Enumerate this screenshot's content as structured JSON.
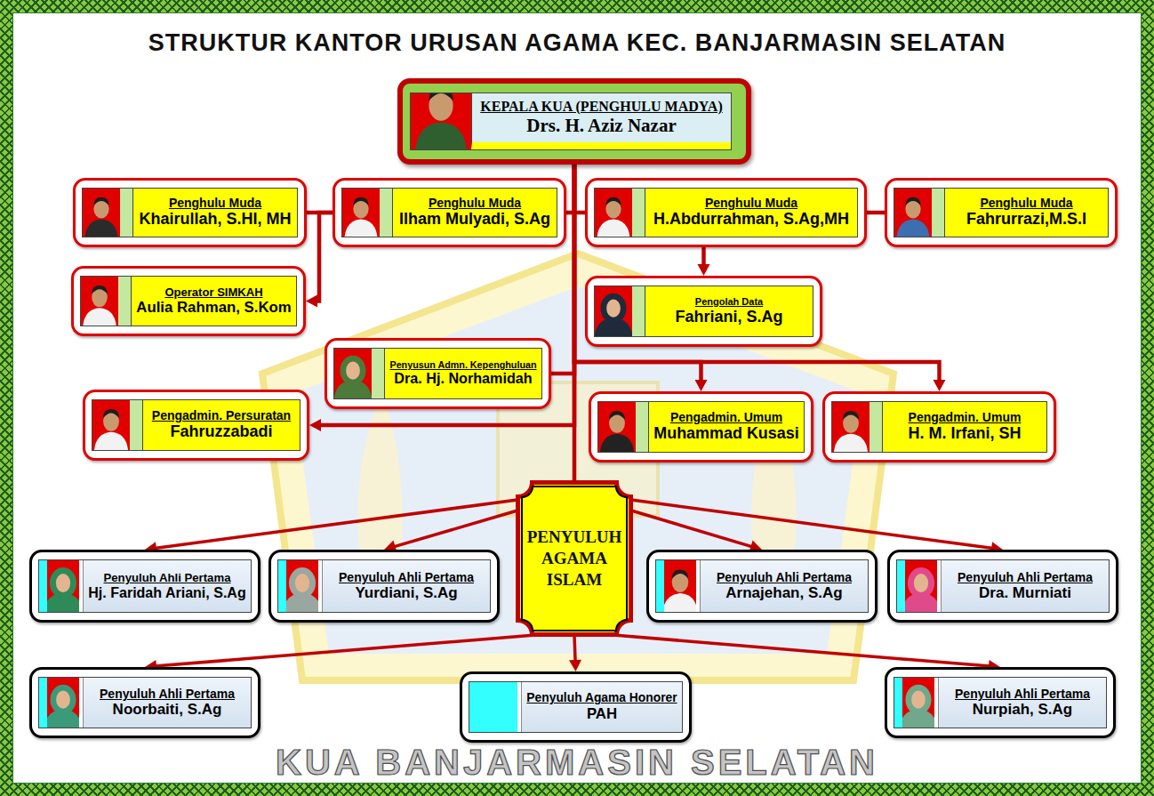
{
  "diagram": {
    "title": "STRUKTUR KANTOR URUSAN AGAMA KEC. BANJARMASIN SELATAN",
    "nodes": [
      {
        "text": [
          "KEPALA KUA (PENGHULU MADYA)",
          "Drs. H. Aziz Nazar"
        ]
      },
      {
        "text": [
          "Penghulu Muda",
          "Khairullah, S.HI, MH"
        ]
      },
      {
        "text": [
          "Penghulu Muda",
          "Ilham Mulyadi, S.Ag"
        ]
      },
      {
        "text": [
          "Penghulu Muda",
          "H.Abdurrahman, S.Ag,MH"
        ]
      },
      {
        "text": [
          "Penghulu Muda",
          "Fahrurrazi,M.S.I"
        ]
      },
      {
        "text": [
          "Operator SIMKAH",
          "Aulia Rahman, S.Kom"
        ]
      },
      {
        "text": [
          "Pengolah Data",
          "Fahriani, S.Ag"
        ]
      },
      {
        "text": [
          "Penyusun Admn. Kepenghuluan",
          "Dra. Hj. Norhamidah"
        ]
      },
      {
        "text": [
          "Pengadmin. Persuratan",
          "Fahruzzabadi"
        ]
      },
      {
        "text": [
          "Pengadmin. Umum",
          "Muhammad Kusasi"
        ]
      },
      {
        "text": [
          "Pengadmin. Umum",
          "H. M. Irfani, SH"
        ]
      },
      {
        "text": [
          "PENYULUH AGAMA ISLAM"
        ]
      },
      {
        "text": [
          "Penyuluh Ahli Pertama",
          "Hj. Faridah Ariani, S.Ag"
        ]
      },
      {
        "text": [
          "Penyuluh Ahli Pertama",
          "Yurdiani, S.Ag"
        ]
      },
      {
        "text": [
          "Penyuluh Ahli Pertama",
          "Arnajehan, S.Ag"
        ]
      },
      {
        "text": [
          "Penyuluh Ahli Pertama",
          "Dra. Murniati"
        ]
      },
      {
        "text": [
          "Penyuluh Ahli Pertama",
          "Noorbaiti, S.Ag"
        ]
      },
      {
        "text": [
          "Penyuluh Agama Honorer",
          "PAH"
        ]
      },
      {
        "text": [
          "Penyuluh Ahli Pertama",
          "Nurpiah, S.Ag"
        ]
      }
    ],
    "edges": [
      {
        "from": 0,
        "to": 2,
        "arrow": "none"
      },
      {
        "from": 2,
        "to": 1,
        "arrow": "none"
      },
      {
        "from": 2,
        "to": 5,
        "arrow": "to"
      },
      {
        "from": 0,
        "to": 3,
        "arrow": "none"
      },
      {
        "from": 3,
        "to": 4,
        "arrow": "none"
      },
      {
        "from": 3,
        "to": 6,
        "arrow": "to"
      },
      {
        "from": 0,
        "to": 7,
        "arrow": "none"
      },
      {
        "from": 0,
        "to": 9,
        "arrow": "to"
      },
      {
        "from": 0,
        "to": 10,
        "arrow": "to"
      },
      {
        "from": 0,
        "to": 8,
        "arrow": "to"
      },
      {
        "from": 0,
        "to": 11,
        "arrow": "none"
      },
      {
        "from": 11,
        "to": 12,
        "arrow": "to"
      },
      {
        "from": 11,
        "to": 13,
        "arrow": "to"
      },
      {
        "from": 11,
        "to": 14,
        "arrow": "to"
      },
      {
        "from": 11,
        "to": 15,
        "arrow": "to"
      },
      {
        "from": 11,
        "to": 16,
        "arrow": "to"
      },
      {
        "from": 11,
        "to": 17,
        "arrow": "to"
      },
      {
        "from": 11,
        "to": 18,
        "arrow": "to"
      }
    ],
    "labels": [
      "KUA BANJARMASIN SELATAN"
    ]
  }
}
